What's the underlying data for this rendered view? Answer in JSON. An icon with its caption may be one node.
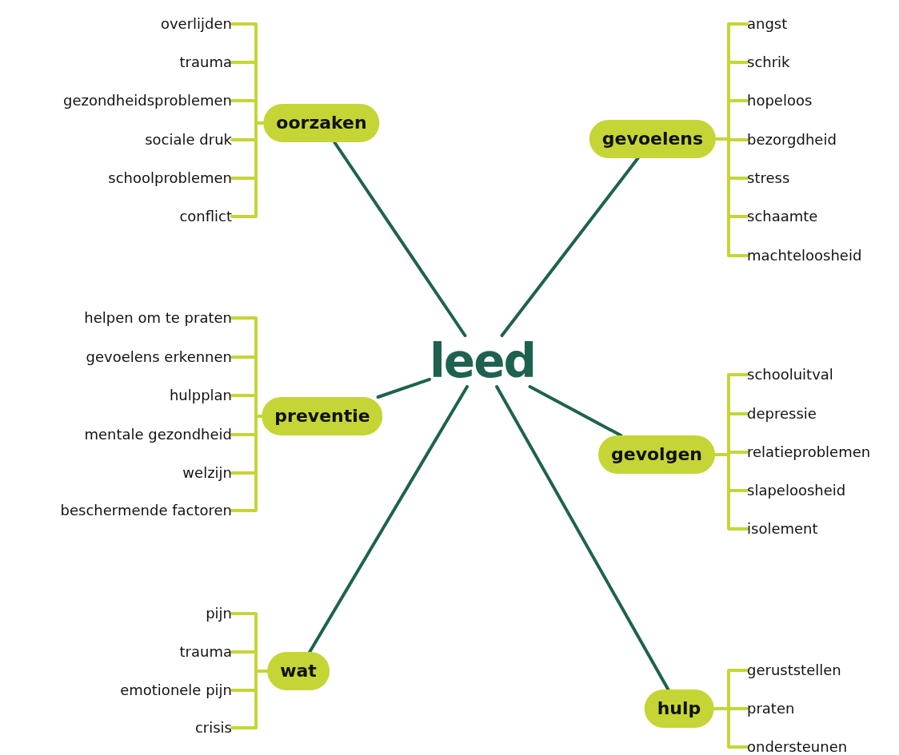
{
  "diagram": {
    "nodes": [
      {
        "text": [
          "leed"
        ]
      },
      {
        "text": [
          "oorzaken"
        ]
      },
      {
        "text": [
          "overlijden"
        ]
      },
      {
        "text": [
          "trauma"
        ]
      },
      {
        "text": [
          "gezondheidsproblemen"
        ]
      },
      {
        "text": [
          "sociale druk"
        ]
      },
      {
        "text": [
          "schoolproblemen"
        ]
      },
      {
        "text": [
          "conflict"
        ]
      },
      {
        "text": [
          "gevoelens"
        ]
      },
      {
        "text": [
          "angst"
        ]
      },
      {
        "text": [
          "schrik"
        ]
      },
      {
        "text": [
          "hopeloos"
        ]
      },
      {
        "text": [
          "bezorgdheid"
        ]
      },
      {
        "text": [
          "stress"
        ]
      },
      {
        "text": [
          "schaamte"
        ]
      },
      {
        "text": [
          "machteloosheid"
        ]
      },
      {
        "text": [
          "preventie"
        ]
      },
      {
        "text": [
          "helpen om te praten"
        ]
      },
      {
        "text": [
          "gevoelens erkennen"
        ]
      },
      {
        "text": [
          "hulpplan"
        ]
      },
      {
        "text": [
          "mentale gezondheid"
        ]
      },
      {
        "text": [
          "welzijn"
        ]
      },
      {
        "text": [
          "beschermende factoren"
        ]
      },
      {
        "text": [
          "gevolgen"
        ]
      },
      {
        "text": [
          "schooluitval"
        ]
      },
      {
        "text": [
          "depressie"
        ]
      },
      {
        "text": [
          "relatieproblemen"
        ]
      },
      {
        "text": [
          "slapeloosheid"
        ]
      },
      {
        "text": [
          "isolement"
        ]
      },
      {
        "text": [
          "wat"
        ]
      },
      {
        "text": [
          "pijn"
        ]
      },
      {
        "text": [
          "trauma"
        ]
      },
      {
        "text": [
          "emotionele pijn"
        ]
      },
      {
        "text": [
          "crisis"
        ]
      },
      {
        "text": [
          "hulp"
        ]
      },
      {
        "text": [
          "geruststellen"
        ]
      },
      {
        "text": [
          "praten"
        ]
      },
      {
        "text": [
          "ondersteunen"
        ]
      }
    ],
    "edges": [
      {
        "from": 0,
        "to": 1,
        "arrow": "none",
        "color": "#1f6150"
      },
      {
        "from": 0,
        "to": 8,
        "arrow": "none",
        "color": "#1f6150"
      },
      {
        "from": 0,
        "to": 16,
        "arrow": "none",
        "color": "#1f6150"
      },
      {
        "from": 0,
        "to": 23,
        "arrow": "none",
        "color": "#1f6150"
      },
      {
        "from": 0,
        "to": 29,
        "arrow": "none",
        "color": "#1f6150"
      },
      {
        "from": 0,
        "to": 34,
        "arrow": "none",
        "color": "#1f6150"
      },
      {
        "from": 1,
        "to": 2,
        "arrow": "none"
      },
      {
        "from": 1,
        "to": 3,
        "arrow": "none"
      },
      {
        "from": 1,
        "to": 4,
        "arrow": "none"
      },
      {
        "from": 1,
        "to": 5,
        "arrow": "none"
      },
      {
        "from": 1,
        "to": 6,
        "arrow": "none"
      },
      {
        "from": 1,
        "to": 7,
        "arrow": "none"
      },
      {
        "from": 8,
        "to": 9,
        "arrow": "none"
      },
      {
        "from": 8,
        "to": 10,
        "arrow": "none"
      },
      {
        "from": 8,
        "to": 11,
        "arrow": "none"
      },
      {
        "from": 8,
        "to": 12,
        "arrow": "none"
      },
      {
        "from": 8,
        "to": 13,
        "arrow": "none"
      },
      {
        "from": 8,
        "to": 14,
        "arrow": "none"
      },
      {
        "from": 8,
        "to": 15,
        "arrow": "none"
      },
      {
        "from": 16,
        "to": 17,
        "arrow": "none"
      },
      {
        "from": 16,
        "to": 18,
        "arrow": "none"
      },
      {
        "from": 16,
        "to": 19,
        "arrow": "none"
      },
      {
        "from": 16,
        "to": 20,
        "arrow": "none"
      },
      {
        "from": 16,
        "to": 21,
        "arrow": "none"
      },
      {
        "from": 16,
        "to": 22,
        "arrow": "none"
      },
      {
        "from": 23,
        "to": 24,
        "arrow": "none"
      },
      {
        "from": 23,
        "to": 25,
        "arrow": "none"
      },
      {
        "from": 23,
        "to": 26,
        "arrow": "none"
      },
      {
        "from": 23,
        "to": 27,
        "arrow": "none"
      },
      {
        "from": 23,
        "to": 28,
        "arrow": "none"
      },
      {
        "from": 29,
        "to": 30,
        "arrow": "none"
      },
      {
        "from": 29,
        "to": 31,
        "arrow": "none"
      },
      {
        "from": 29,
        "to": 32,
        "arrow": "none"
      },
      {
        "from": 29,
        "to": 33,
        "arrow": "none"
      },
      {
        "from": 34,
        "to": 35,
        "arrow": "none"
      },
      {
        "from": 34,
        "to": 36,
        "arrow": "none"
      },
      {
        "from": 34,
        "to": 37,
        "arrow": "none"
      }
    ]
  }
}
